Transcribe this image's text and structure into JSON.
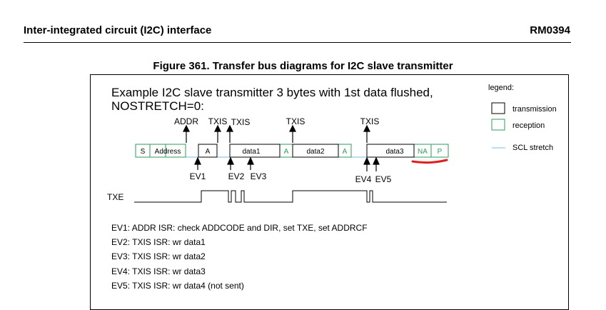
{
  "header": {
    "section_title": "Inter-integrated circuit (I2C) interface",
    "doc_id": "RM0394"
  },
  "figure": {
    "caption": "Figure 361. Transfer bus diagrams for I2C slave transmitter",
    "example_line1": "Example I2C slave transmitter 3 bytes with 1st data flushed,",
    "example_line2": "NOSTRETCH=0:"
  },
  "legend": {
    "title": "legend:",
    "transmission": "transmission",
    "reception": "reception",
    "scl_stretch": "SCL stretch",
    "colors": {
      "transmission": "#000000",
      "reception": "#2e9e5b",
      "scl_stretch": "#79b8e8"
    }
  },
  "bus": {
    "cells": {
      "s": "S",
      "address": "Address",
      "a1": "A",
      "data1": "data1",
      "a2": "A",
      "data2": "data2",
      "a3": "A",
      "data3": "data3",
      "na": "NA",
      "p": "P"
    },
    "top_labels": {
      "addr": "ADDR",
      "txis1": "TXIS",
      "txis2": "TXIS",
      "txis3": "TXIS",
      "txis4": "TXIS"
    },
    "events": {
      "ev1": "EV1",
      "ev2": "EV2",
      "ev3": "EV3",
      "ev4": "EV4",
      "ev5": "EV5"
    },
    "signal_label": "TXE"
  },
  "notes": [
    "EV1: ADDR ISR: check ADDCODE and DIR, set TXE, set ADDRCF",
    "EV2: TXIS ISR: wr data1",
    "EV3: TXIS ISR: wr data2",
    "EV4: TXIS ISR: wr data3",
    "EV5: TXIS ISR: wr data4 (not sent)"
  ],
  "annotation": {
    "underline_color": "#e02020"
  }
}
